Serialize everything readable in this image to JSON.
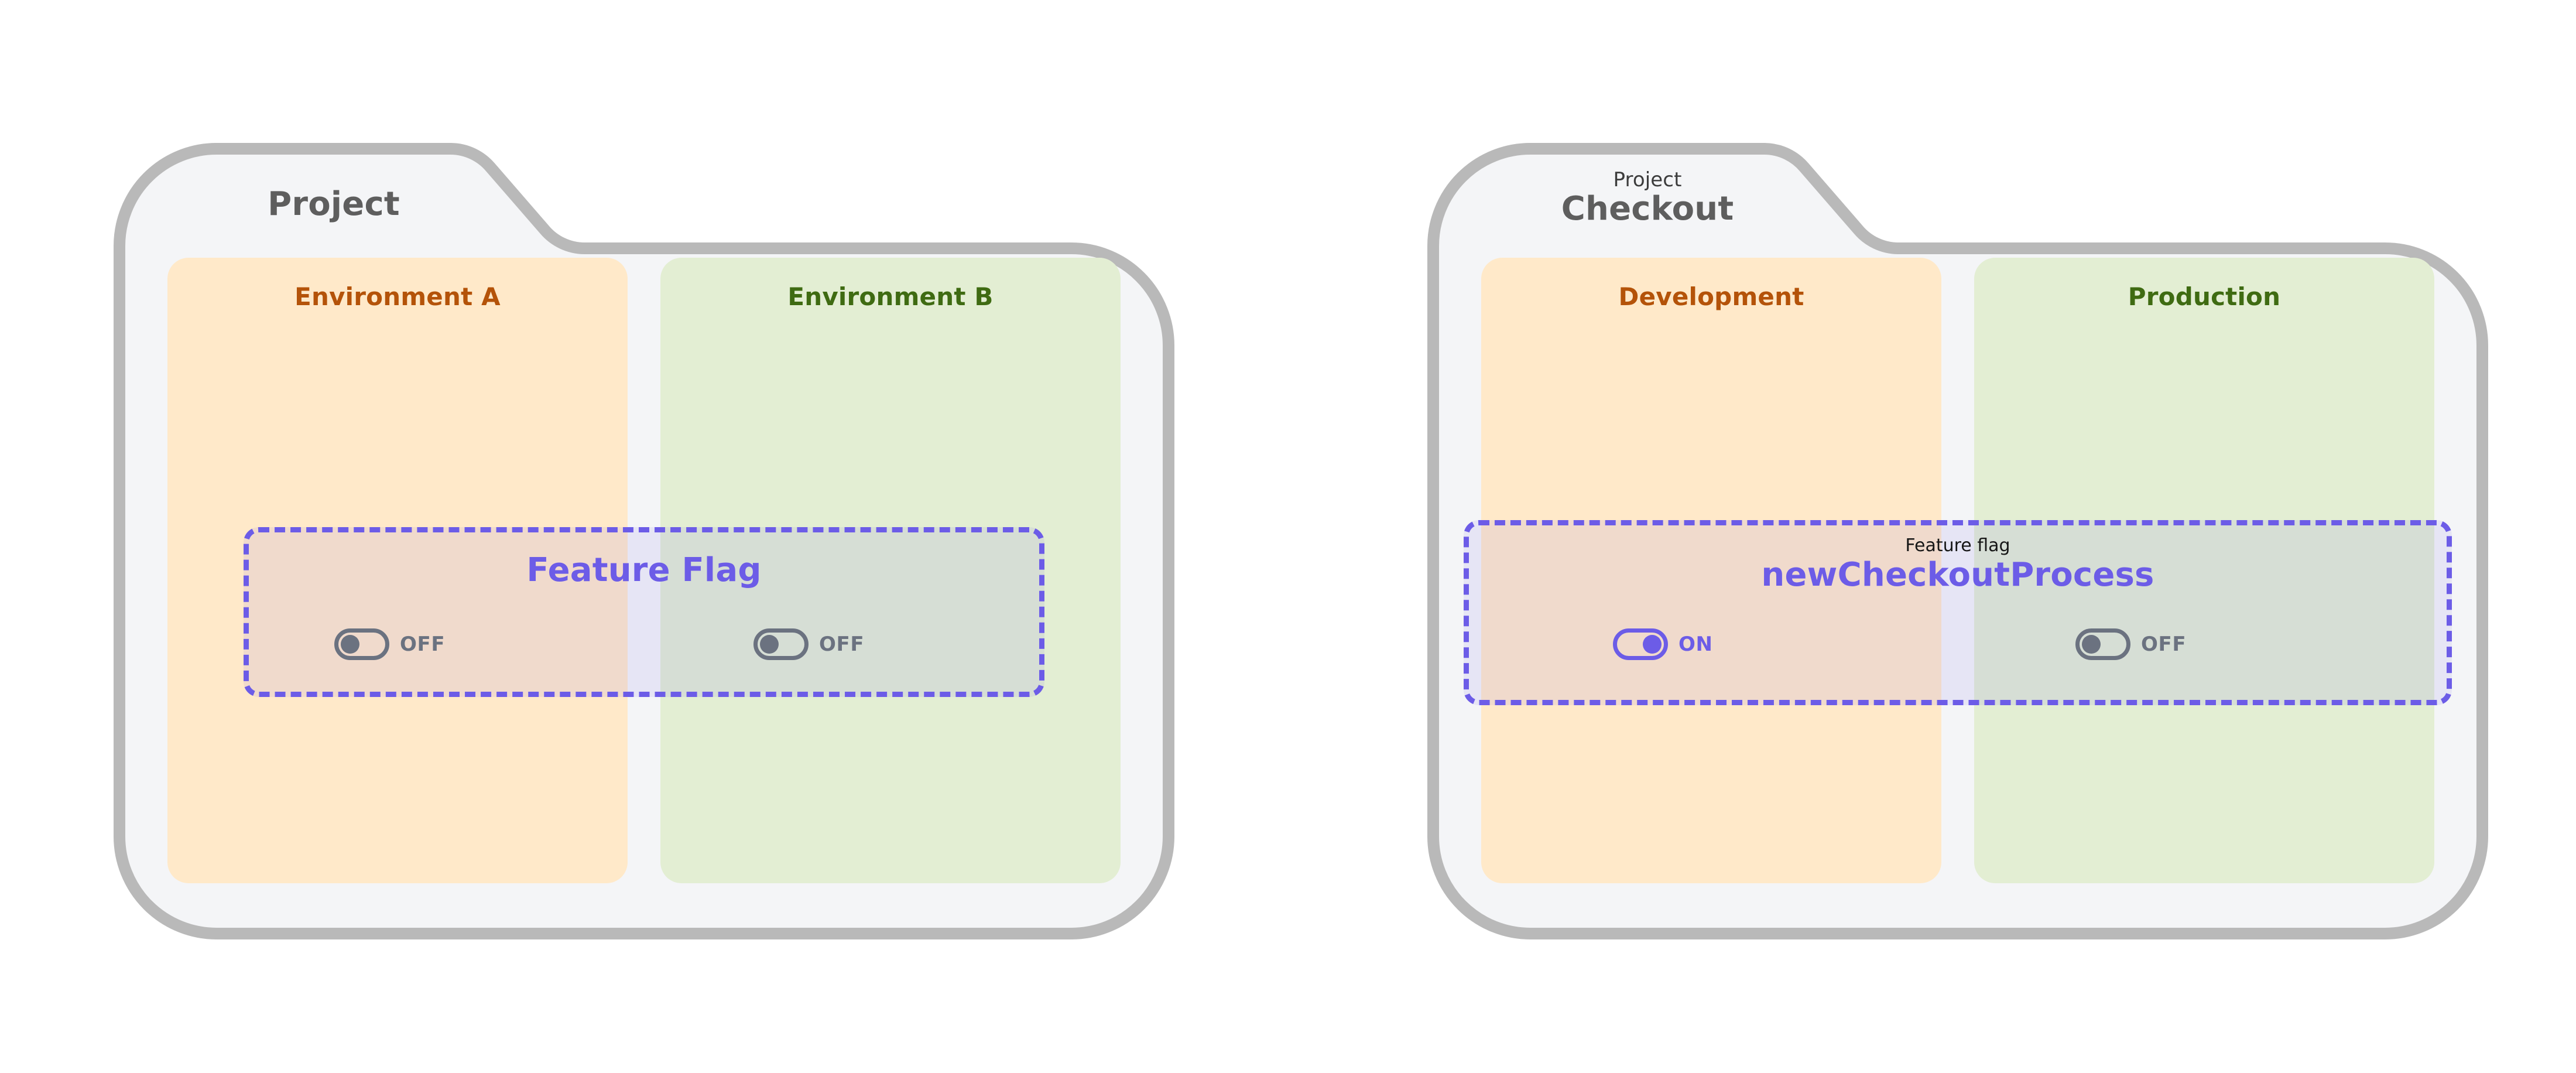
{
  "theme": {
    "accent_purple": "#6c5ce7",
    "folder_border": "#b9b9b9",
    "folder_fill": "#f4f5f7",
    "orange_card": "#ffe9c9",
    "orange_text": "#b45309",
    "green_card": "#e3eed3",
    "green_text": "#3f6b12",
    "toggle_off": "#6b7280",
    "title_gray": "#5e5e5e"
  },
  "panels": [
    {
      "id": "generic",
      "eyebrow": "",
      "title": "Project",
      "environments": [
        {
          "label": "Environment A",
          "tone": "orange"
        },
        {
          "label": "Environment B",
          "tone": "green"
        }
      ],
      "flag": {
        "eyebrow": "",
        "title": "Feature Flag",
        "toggles": [
          {
            "state": "OFF",
            "on": false
          },
          {
            "state": "OFF",
            "on": false
          }
        ]
      }
    },
    {
      "id": "checkout",
      "eyebrow": "Project",
      "title": "Checkout",
      "environments": [
        {
          "label": "Development",
          "tone": "orange"
        },
        {
          "label": "Production",
          "tone": "green"
        }
      ],
      "flag": {
        "eyebrow": "Feature flag",
        "title": "newCheckoutProcess",
        "toggles": [
          {
            "state": "ON",
            "on": true
          },
          {
            "state": "OFF",
            "on": false
          }
        ]
      }
    }
  ]
}
